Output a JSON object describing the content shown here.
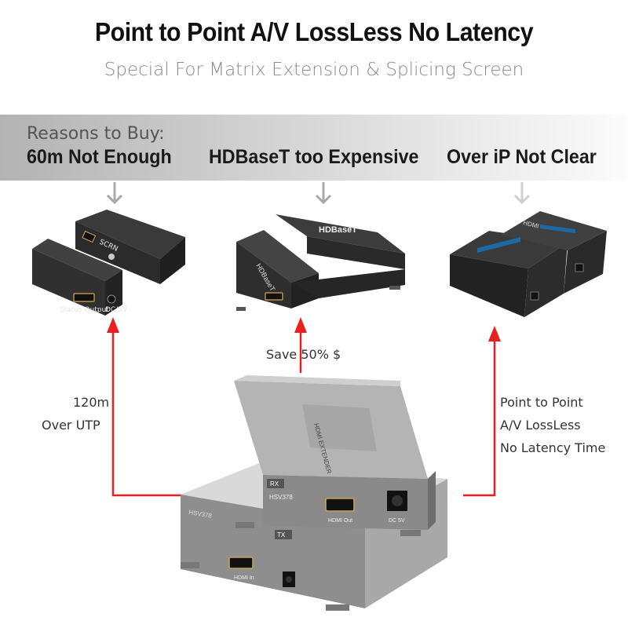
{
  "header": {
    "title": "Point to Point  A/V LossLess  No Latency",
    "subtitle": "Special For Matrix Extension & Splicing Screen"
  },
  "reasons": {
    "heading": "Reasons to Buy:",
    "items": [
      "60m Not Enough",
      "HDBaseT too Expensive",
      "Over iP Not  Clear"
    ]
  },
  "annotations": {
    "left_line1": "120m",
    "left_line2": "Over UTP",
    "center": "Save  50% $",
    "right_line1": "Point to Point",
    "right_line2": "A/V LossLess",
    "right_line3": "No Latency Time"
  },
  "devices": {
    "left_a_label": "SCRN",
    "left_b_port": "Status Output",
    "left_b_power": "DC/5V",
    "center_top_label": "HDBaseT",
    "center_side_label": "HDBaseT",
    "right_label": "HDMI",
    "main_model": "HSV378",
    "main_badge": "RX",
    "main_port": "HDMI Out",
    "main_power": "DC 5V",
    "back_model": "HSV378",
    "back_badge": "TX",
    "back_port": "HDMI In"
  },
  "colors": {
    "arrow_red": "#e8201f",
    "arrow_gray": "#a9a9a9",
    "band_dark": "#b3b3b3",
    "band_light": "#fbfbfb"
  }
}
